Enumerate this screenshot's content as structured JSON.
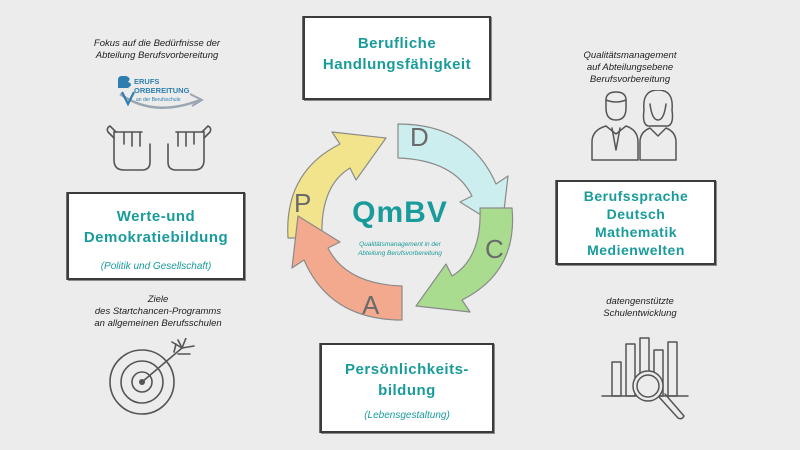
{
  "top_box": {
    "line1": "Berufliche",
    "line2": "Handlungsfähigkeit"
  },
  "left_box": {
    "line1": "Werte-und",
    "line2": "Demokratiebildung",
    "sub": "(Politik und Gesellschaft)"
  },
  "right_box": {
    "line1": "Berufssprache",
    "line2": "Deutsch",
    "line3": "Mathematik",
    "line4": "Medienwelten"
  },
  "bottom_box": {
    "line1": "Persönlichkeits-",
    "line2": "bildung",
    "sub": "(Lebensgestaltung)"
  },
  "center": {
    "title": "QmBV",
    "sub1": "Qualitätsmanagement in der",
    "sub2": "Abteilung Berufsvorbereitung"
  },
  "cycle": {
    "p": "P",
    "d": "D",
    "c": "C",
    "a": "A"
  },
  "captions": {
    "top_left": [
      "Fokus auf die Bedürfnisse der",
      "Abteilung Berufsvorbereitung"
    ],
    "top_right": [
      "Qualitätsmanagement",
      "auf Abteilungsebene",
      "Berufsvorbereitung"
    ],
    "bottom_left": [
      "Ziele",
      "des Startchancen-Programms",
      "an allgemeinen Berufsschulen"
    ],
    "bottom_right": [
      "datengenstützte",
      "Schulentwicklung"
    ]
  },
  "logo": {
    "line1": "ERUFS",
    "line2": "ORBEREITUNG",
    "line3": "an der Berufsschule"
  },
  "colors": {
    "teal": "#1a9b9b",
    "plan": "#f2e48c",
    "do": "#cdeeee",
    "check": "#a9dc8e",
    "act": "#f2a98d"
  },
  "icons": [
    "hands-frame-icon",
    "people-icon",
    "target-icon",
    "chart-magnifier-icon"
  ]
}
